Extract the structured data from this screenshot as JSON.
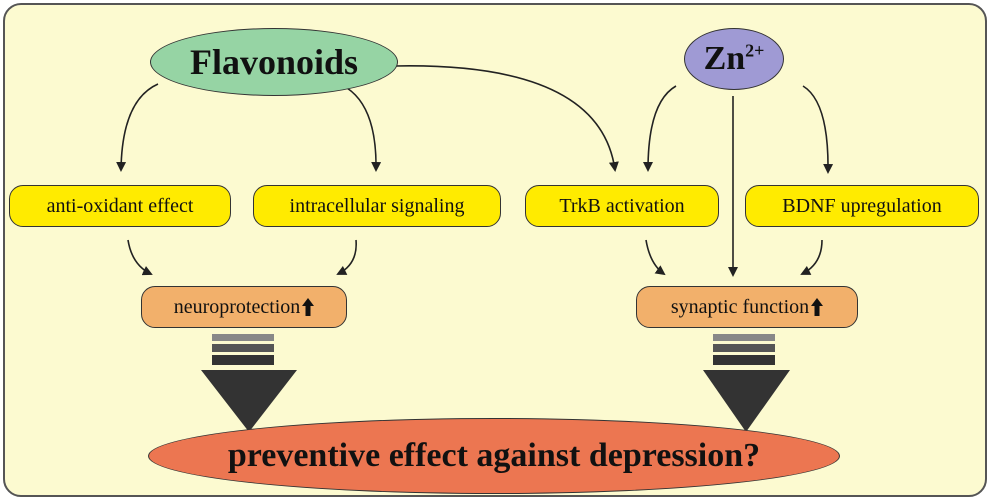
{
  "sources": {
    "flavonoids": "Flavonoids",
    "zinc_base": "Zn",
    "zinc_sup": "2+"
  },
  "mechanisms": {
    "antioxidant": "anti-oxidant effect",
    "signaling": "intracellular signaling",
    "trkb": "TrkB activation",
    "bdnf": "BDNF upregulation"
  },
  "outcomes": {
    "neuroprotection": "neuroprotection",
    "synaptic": "synaptic function"
  },
  "conclusion": "preventive effect against depression?",
  "colors": {
    "background": "#fcfad0",
    "flavonoids_node": "#96d4a4",
    "zinc_node": "#9f9ad4",
    "mechanism_node": "#ffeb00",
    "outcome_node": "#f2b06b",
    "conclusion_node": "#ec7651"
  },
  "icons": {
    "increase": "up-arrow-icon",
    "converge": "down-triangle-icon"
  }
}
